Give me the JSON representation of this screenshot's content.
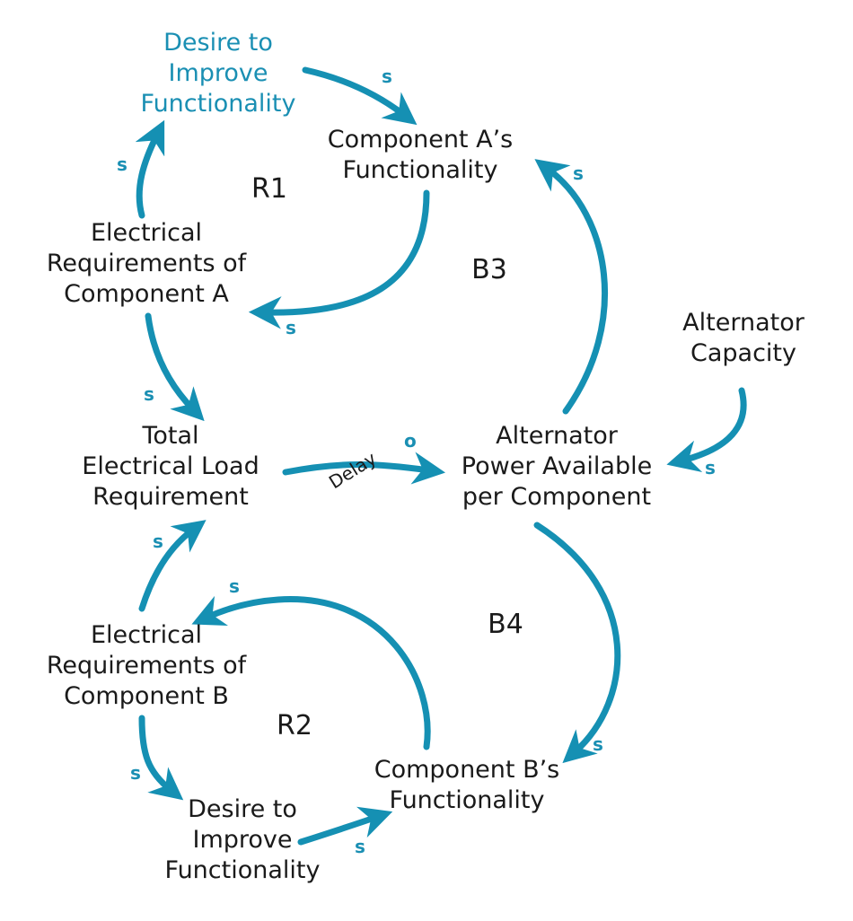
{
  "colors": {
    "accent": "#1590b3",
    "text": "#1a1a1a"
  },
  "nodes": {
    "desire_a": [
      "Desire to",
      "Improve",
      "Functionality"
    ],
    "func_a": [
      "Component A’s",
      "Functionality"
    ],
    "elec_a": [
      "Electrical",
      "Requirements of",
      "Component A"
    ],
    "total_load": [
      "Total",
      "Electrical Load",
      "Requirement"
    ],
    "alt_power": [
      "Alternator",
      "Power Available",
      "per Component"
    ],
    "alt_capacity": [
      "Alternator",
      "Capacity"
    ],
    "elec_b": [
      "Electrical",
      "Requirements of",
      "Component B"
    ],
    "func_b": [
      "Component B’s",
      "Functionality"
    ],
    "desire_b": [
      "Desire to",
      "Improve",
      "Functionality"
    ]
  },
  "loops": {
    "r1": "R1",
    "b3": "B3",
    "b4": "B4",
    "r2": "R2"
  },
  "polarity": {
    "same": "s",
    "opposite": "o"
  },
  "delay_label": "Delay"
}
